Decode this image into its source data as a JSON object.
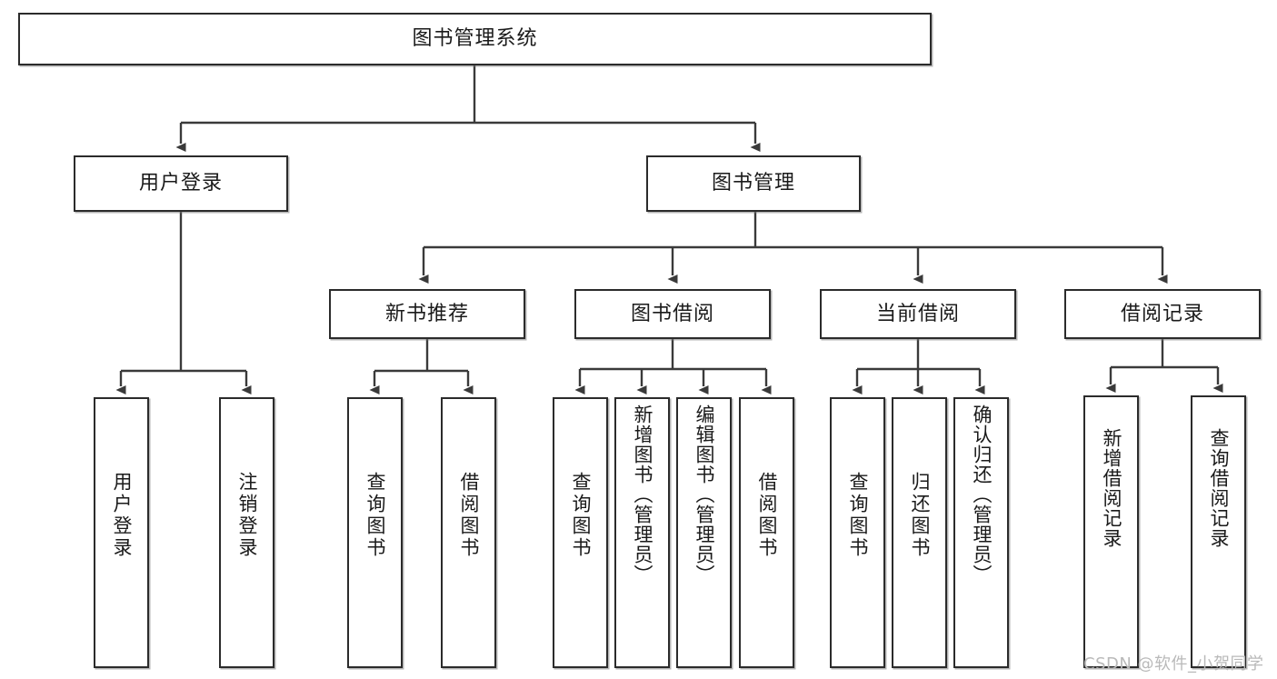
{
  "diagram": {
    "title": "图书管理系统",
    "type": "tree-hierarchy-diagram",
    "watermark": "CSDN @软件_小贺同学",
    "colors": {
      "node_border": "#2b2b2b",
      "node_fill": "#ffffff",
      "edge": "#3a3a3a",
      "text": "#1a1a1a",
      "watermark": "#b9b9b9",
      "background": "#ffffff"
    }
  },
  "nodes": {
    "root": {
      "label": "图书管理系统"
    },
    "level2": [
      {
        "id": "user-login",
        "label": "用户登录"
      },
      {
        "id": "book-manage",
        "label": "图书管理"
      }
    ],
    "level3": [
      {
        "id": "new-book-recommend",
        "label": "新书推荐"
      },
      {
        "id": "book-borrow",
        "label": "图书借阅"
      },
      {
        "id": "current-borrow",
        "label": "当前借阅"
      },
      {
        "id": "borrow-record",
        "label": "借阅记录"
      }
    ],
    "leaves": [
      {
        "id": "leaf-user-login",
        "label": "用户登录",
        "parent": "user-login"
      },
      {
        "id": "leaf-logout-login",
        "label": "注销登录",
        "parent": "user-login"
      },
      {
        "id": "leaf-query-book-1",
        "label": "查询图书",
        "parent": "new-book-recommend"
      },
      {
        "id": "leaf-borrow-book-1",
        "label": "借阅图书",
        "parent": "new-book-recommend"
      },
      {
        "id": "leaf-query-book-2",
        "label": "查询图书",
        "parent": "book-borrow"
      },
      {
        "id": "leaf-add-book",
        "label": "新增图书（管理员）",
        "parent": "book-borrow"
      },
      {
        "id": "leaf-edit-book",
        "label": "编辑图书（管理员）",
        "parent": "book-borrow"
      },
      {
        "id": "leaf-borrow-book-2",
        "label": "借阅图书",
        "parent": "book-borrow"
      },
      {
        "id": "leaf-query-book-3",
        "label": "查询图书",
        "parent": "current-borrow"
      },
      {
        "id": "leaf-return-book",
        "label": "归还图书",
        "parent": "current-borrow"
      },
      {
        "id": "leaf-confirm-return",
        "label": "确认归还（管理员）",
        "parent": "current-borrow"
      },
      {
        "id": "leaf-add-record",
        "label": "新增借阅记录",
        "parent": "borrow-record"
      },
      {
        "id": "leaf-query-record",
        "label": "查询借阅记录",
        "parent": "borrow-record"
      }
    ]
  }
}
